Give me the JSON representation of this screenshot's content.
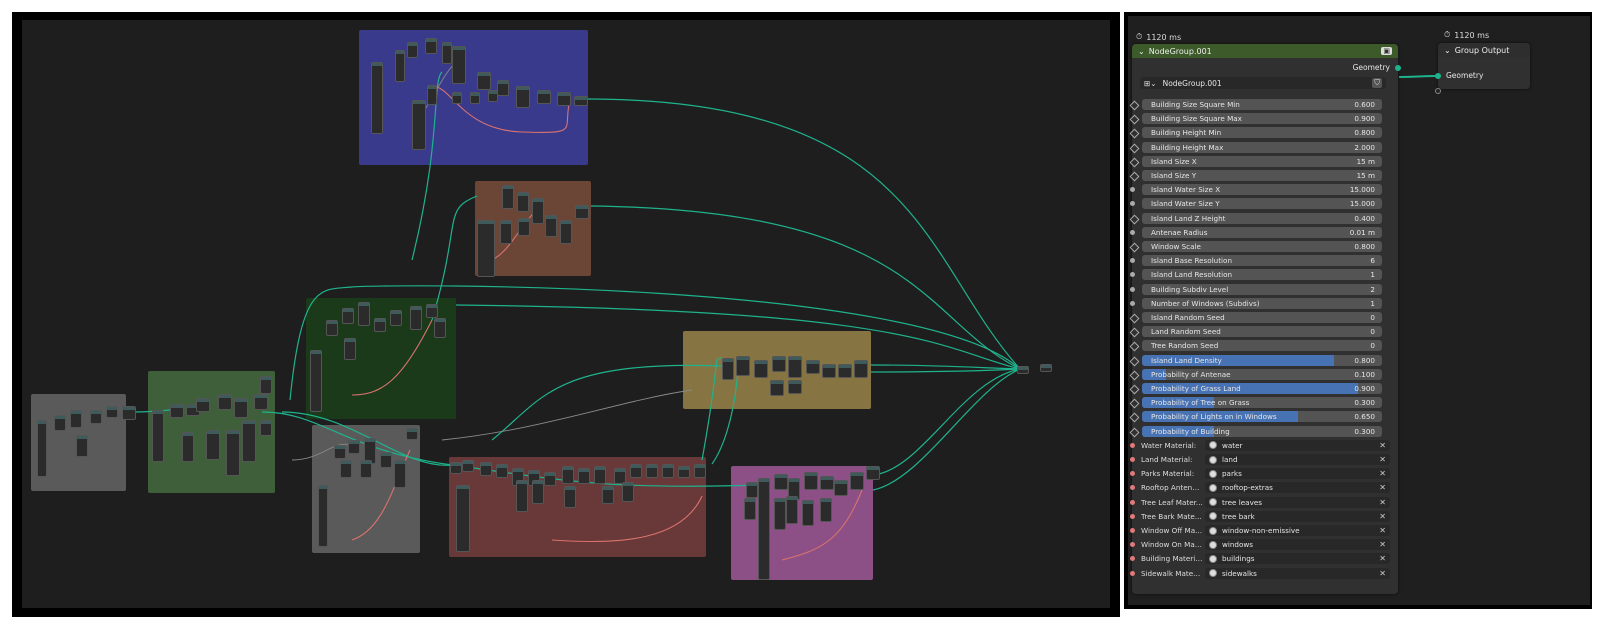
{
  "colors": {
    "wire": "#1fb38d",
    "wire_pink": "#d9736f",
    "wire_gray": "#8a8a8a",
    "frame_blue": "#3a3a8c",
    "frame_brown": "#6b4535",
    "frame_green": "#1a3a1a",
    "frame_gray": "#5a5a5a",
    "frame_sage": "#3f5e3a",
    "frame_yellow": "#877443",
    "frame_red": "#693838",
    "frame_purple": "#8c4f86",
    "header_green": "#3d5a2a",
    "slider_blue": "#4772b3"
  },
  "node_group": {
    "timing": "1120 ms",
    "title": "NodeGroup.001",
    "output_label": "Geometry",
    "datablock_name": "NodeGroup.001",
    "inputs": [
      {
        "label": "Building Size Square Min",
        "value": "0.600",
        "socket": "diamond"
      },
      {
        "label": "Building Size Square Max",
        "value": "0.900",
        "socket": "diamond"
      },
      {
        "label": "Building Height Min",
        "value": "0.800",
        "socket": "diamond"
      },
      {
        "label": "Building Height Max",
        "value": "2.000",
        "socket": "diamond"
      },
      {
        "label": "Island Size X",
        "value": "15 m",
        "socket": "diamond"
      },
      {
        "label": "Island Size Y",
        "value": "15 m",
        "socket": "diamond"
      },
      {
        "label": "Island Water Size X",
        "value": "15.000",
        "socket": "circle"
      },
      {
        "label": "Island Water Size Y",
        "value": "15.000",
        "socket": "circle"
      },
      {
        "label": "Island Land Z Height",
        "value": "0.400",
        "socket": "diamond"
      },
      {
        "label": "Antenae Radius",
        "value": "0.01 m",
        "socket": "circle"
      },
      {
        "label": "Window Scale",
        "value": "0.800",
        "socket": "diamond"
      },
      {
        "label": "Island Base Resolution",
        "value": "6",
        "socket": "circle"
      },
      {
        "label": "Island Land Resolution",
        "value": "1",
        "socket": "circle"
      },
      {
        "label": "Building Subdiv Level",
        "value": "2",
        "socket": "circle"
      },
      {
        "label": "Number of Windows (Subdivs)",
        "value": "1",
        "socket": "circle"
      },
      {
        "label": "Island Random Seed",
        "value": "0",
        "socket": "diamond"
      },
      {
        "label": "Land Random Seed",
        "value": "0",
        "socket": "diamond"
      },
      {
        "label": "Tree Random Seed",
        "value": "0",
        "socket": "diamond"
      }
    ],
    "factors": [
      {
        "label": "Island Land Density",
        "value": "0.800",
        "fraction": 0.8
      },
      {
        "label": "Probability of Antenae",
        "value": "0.100",
        "fraction": 0.1
      },
      {
        "label": "Probability of Grass Land",
        "value": "0.900",
        "fraction": 0.9
      },
      {
        "label": "Probability of Tree on Grass",
        "value": "0.300",
        "fraction": 0.3
      },
      {
        "label": "Probability of Lights on in Windows",
        "value": "0.650",
        "fraction": 0.65
      },
      {
        "label": "Probability of Building",
        "value": "0.300",
        "fraction": 0.3
      }
    ],
    "materials": [
      {
        "label": "Water Material:",
        "value": "water"
      },
      {
        "label": "Land Material:",
        "value": "land"
      },
      {
        "label": "Parks Material:",
        "value": "parks"
      },
      {
        "label": "Rooftop Antena...",
        "value": "rooftop-extras"
      },
      {
        "label": "Tree Leaf Mater...",
        "value": "tree leaves"
      },
      {
        "label": "Tree Bark Mate...",
        "value": "tree bark"
      },
      {
        "label": "Window Off Ma...",
        "value": "window-non-emissive"
      },
      {
        "label": "Window On Mat...",
        "value": "windows"
      },
      {
        "label": "Building Material:",
        "value": "buildings"
      },
      {
        "label": "Sidewalk Materi...",
        "value": "sidewalks"
      }
    ]
  },
  "group_output": {
    "timing": "1120 ms",
    "title": "Group Output",
    "input_label": "Geometry"
  }
}
